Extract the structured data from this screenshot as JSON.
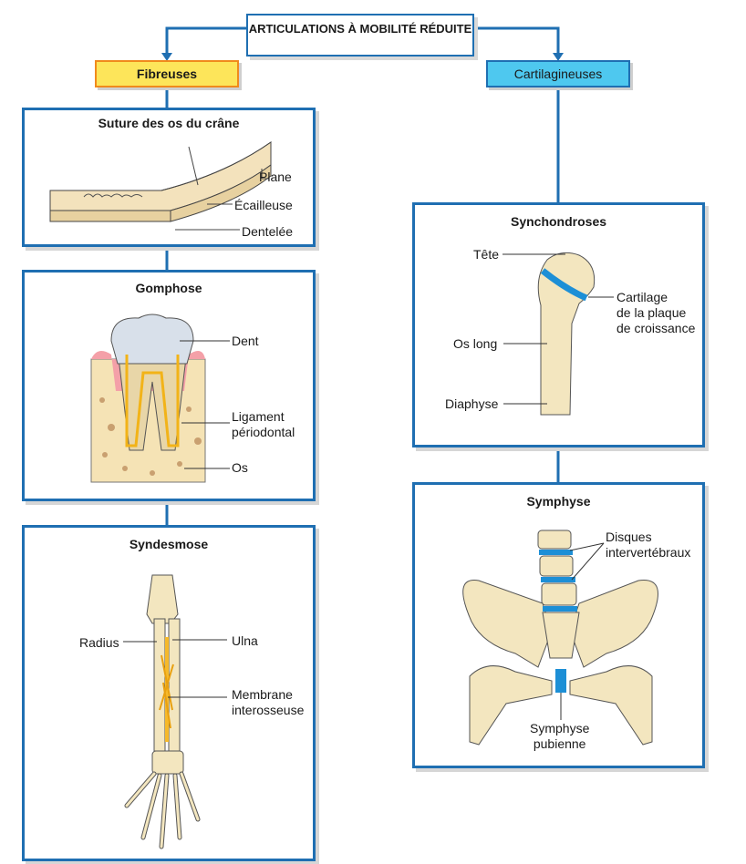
{
  "root": {
    "title": "ARTICULATIONS À MOBILITÉ RÉDUITE"
  },
  "categories": {
    "fibrous": "Fibreuses",
    "cartilaginous": "Cartilagineuses"
  },
  "panels": {
    "suture": {
      "title": "Suture des os du crâne",
      "labels": {
        "plane": "Plane",
        "squamous": "Écailleuse",
        "serrate": "Dentelée"
      }
    },
    "gomphose": {
      "title": "Gomphose",
      "labels": {
        "tooth": "Dent",
        "ligament": "Ligament\npériodontal",
        "bone": "Os"
      }
    },
    "syndesmose": {
      "title": "Syndesmose",
      "labels": {
        "radius": "Radius",
        "ulna": "Ulna",
        "membrane": "Membrane\ninterosseuse"
      }
    },
    "synchondroses": {
      "title": "Synchondroses",
      "labels": {
        "head": "Tête",
        "cartilage": "Cartilage\nde la plaque\nde croissance",
        "long_bone": "Os long",
        "diaphysis": "Diaphyse"
      }
    },
    "symphyse": {
      "title": "Symphyse",
      "labels": {
        "discs": "Disques\nintervertébraux",
        "pubic": "Symphyse\npubienne"
      }
    }
  },
  "colors": {
    "border": "#1f6fb2",
    "fibrous_fill": "#fde55a",
    "fibrous_border": "#f08a1c",
    "cartilaginous_fill": "#4ec8ef",
    "bone": "#f3e6bf",
    "cartilage": "#1d8fd6"
  }
}
